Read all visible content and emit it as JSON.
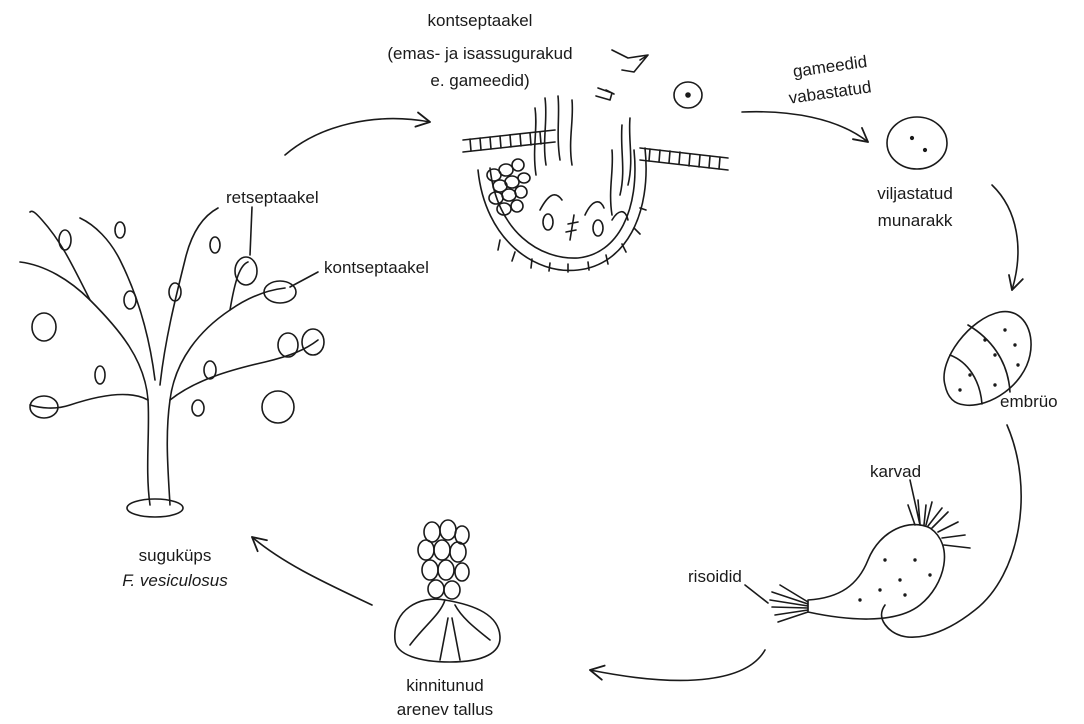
{
  "labels": {
    "kontseptaakel_top": "kontseptaakel",
    "gametes_line1": "(emas- ja isassugurakud",
    "gametes_line2": "e. gameedid)",
    "released_line1": "gameedid",
    "released_line2": "vabastatud",
    "fertilized_line1": "viljastatud",
    "fertilized_line2": "munarakk",
    "embryo": "embrüo",
    "hairs": "karvad",
    "rhizoids": "risoidid",
    "attached_line1": "kinnitunud",
    "attached_line2": "arenev tallus",
    "adult_line1": "suguküps",
    "adult_species": "F. vesiculosus",
    "receptacle": "retseptaakel",
    "conceptacle": "kontseptaakel"
  },
  "colors": {
    "ink": "#1a1a1a",
    "background": "#ffffff"
  }
}
